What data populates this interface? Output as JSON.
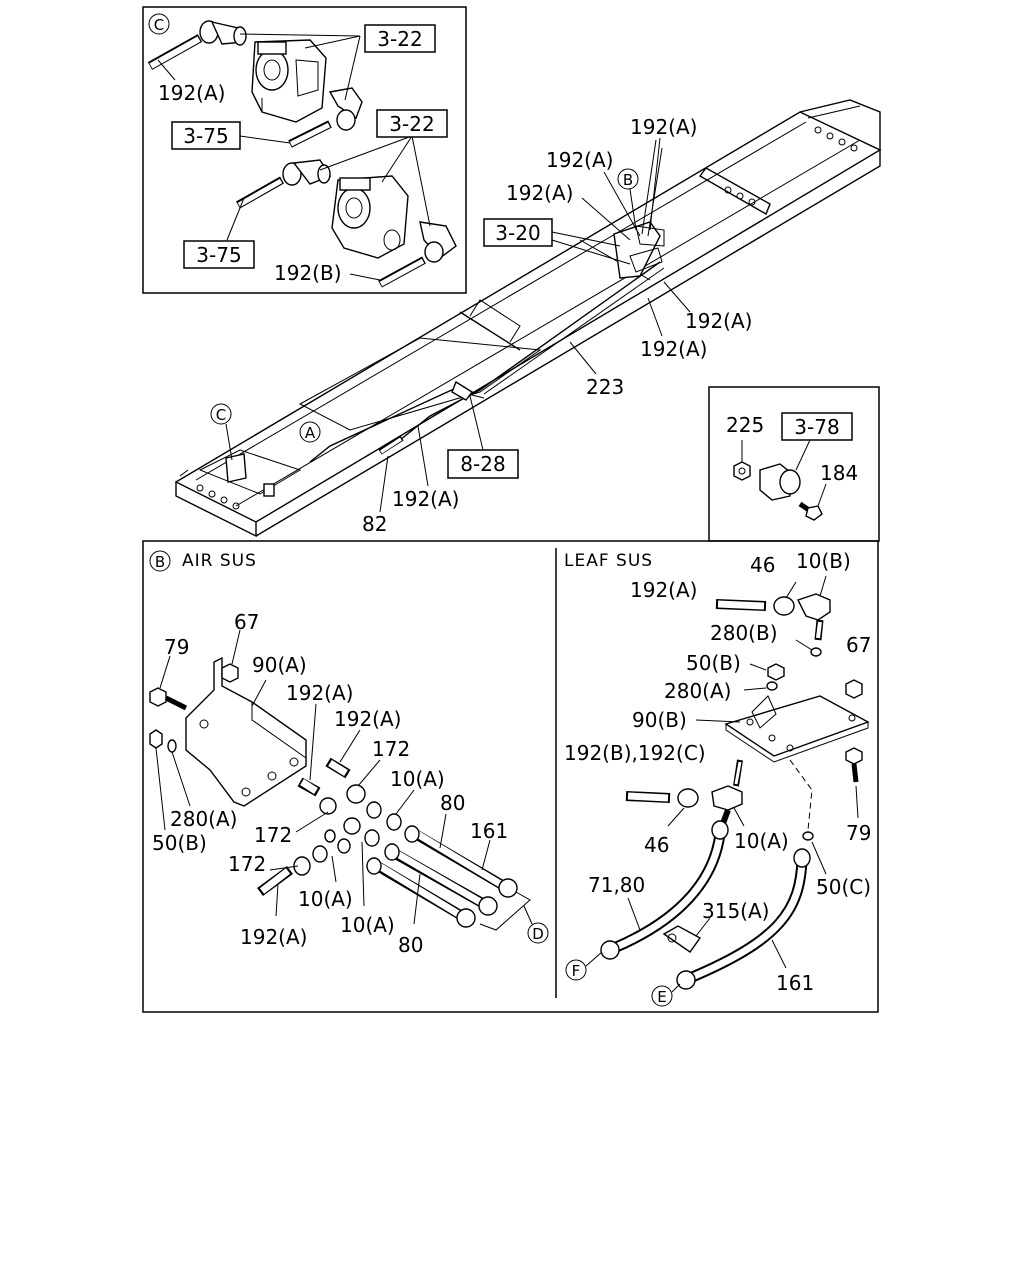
{
  "panel_c": {
    "marker": "C",
    "refs": [
      "3-22",
      "3-75",
      "3-22",
      "3-75"
    ],
    "labels": [
      "192(A)",
      "192(B)"
    ]
  },
  "frame": {
    "markers": [
      "C",
      "B",
      "A"
    ],
    "refs": [
      "3-20",
      "8-28"
    ],
    "labels": [
      "192(A)",
      "192(A)",
      "192(A)",
      "192(A)",
      "192(A)",
      "223",
      "192(A)",
      "82"
    ]
  },
  "inset": {
    "ref": "3-78",
    "labels": [
      "225",
      "184"
    ]
  },
  "air_sus": {
    "marker": "B",
    "title": "AIR SUS",
    "labels": [
      "67",
      "79",
      "90(A)",
      "192(A)",
      "192(A)",
      "172",
      "10(A)",
      "80",
      "161",
      "280(A)",
      "172",
      "50(B)",
      "172",
      "10(A)",
      "10(A)",
      "192(A)",
      "80"
    ],
    "callout": "D"
  },
  "leaf_sus": {
    "title": "LEAF SUS",
    "labels": [
      "46",
      "10(B)",
      "192(A)",
      "280(B)",
      "67",
      "50(B)",
      "280(A)",
      "90(B)",
      "192(B),192(C)",
      "46",
      "10(A)",
      "79",
      "71,80",
      "50(C)",
      "315(A)",
      "161"
    ],
    "callouts": [
      "F",
      "E"
    ]
  }
}
